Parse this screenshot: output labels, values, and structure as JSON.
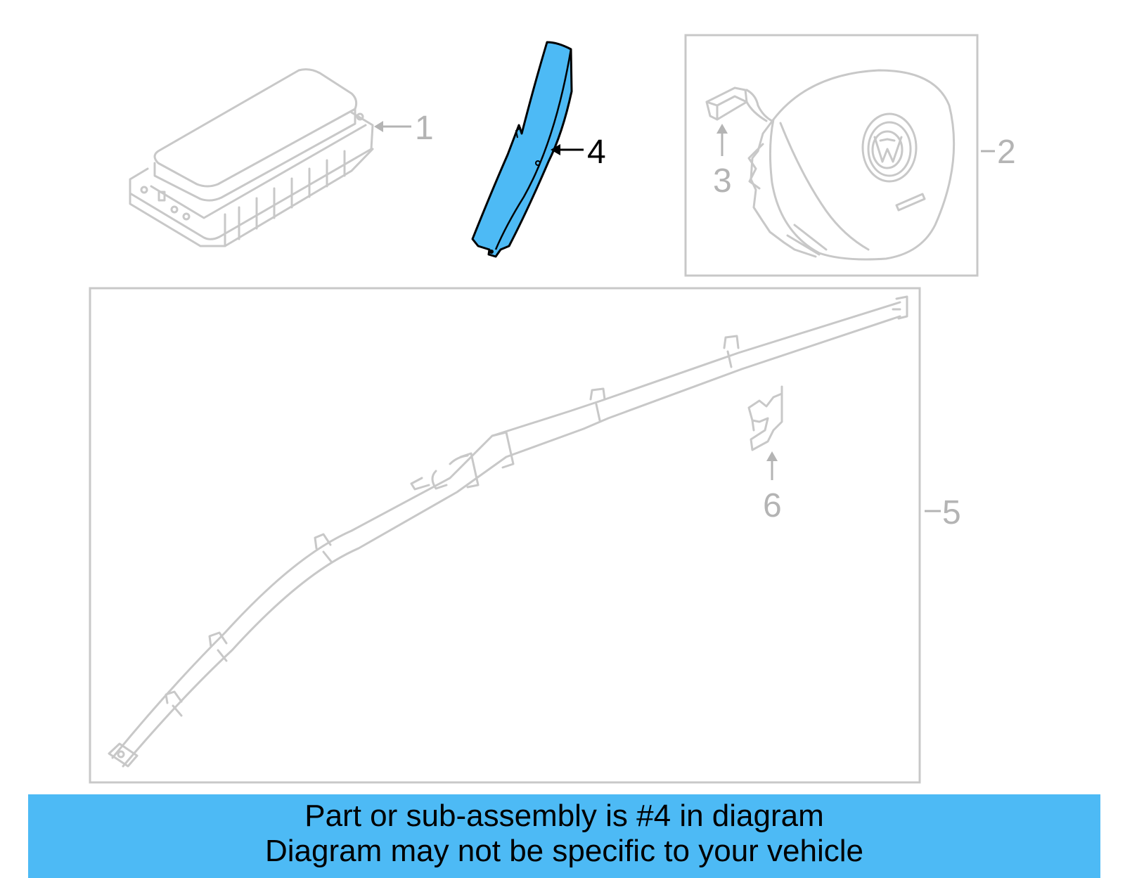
{
  "colors": {
    "line_gray": "#c8c8c8",
    "label_gray": "#b4b4b4",
    "highlight_fill": "#4dbaf5",
    "highlight_stroke": "#000000",
    "banner_fill": "#4dbaf5"
  },
  "callouts": {
    "part1": "1",
    "part2": "2",
    "part3": "3",
    "part4": "4",
    "part5": "5",
    "part6": "6"
  },
  "highlighted_part": "4",
  "footer": {
    "line1": "Part or sub-assembly is #4 in diagram",
    "line2": "Diagram may not be specific to your vehicle"
  }
}
